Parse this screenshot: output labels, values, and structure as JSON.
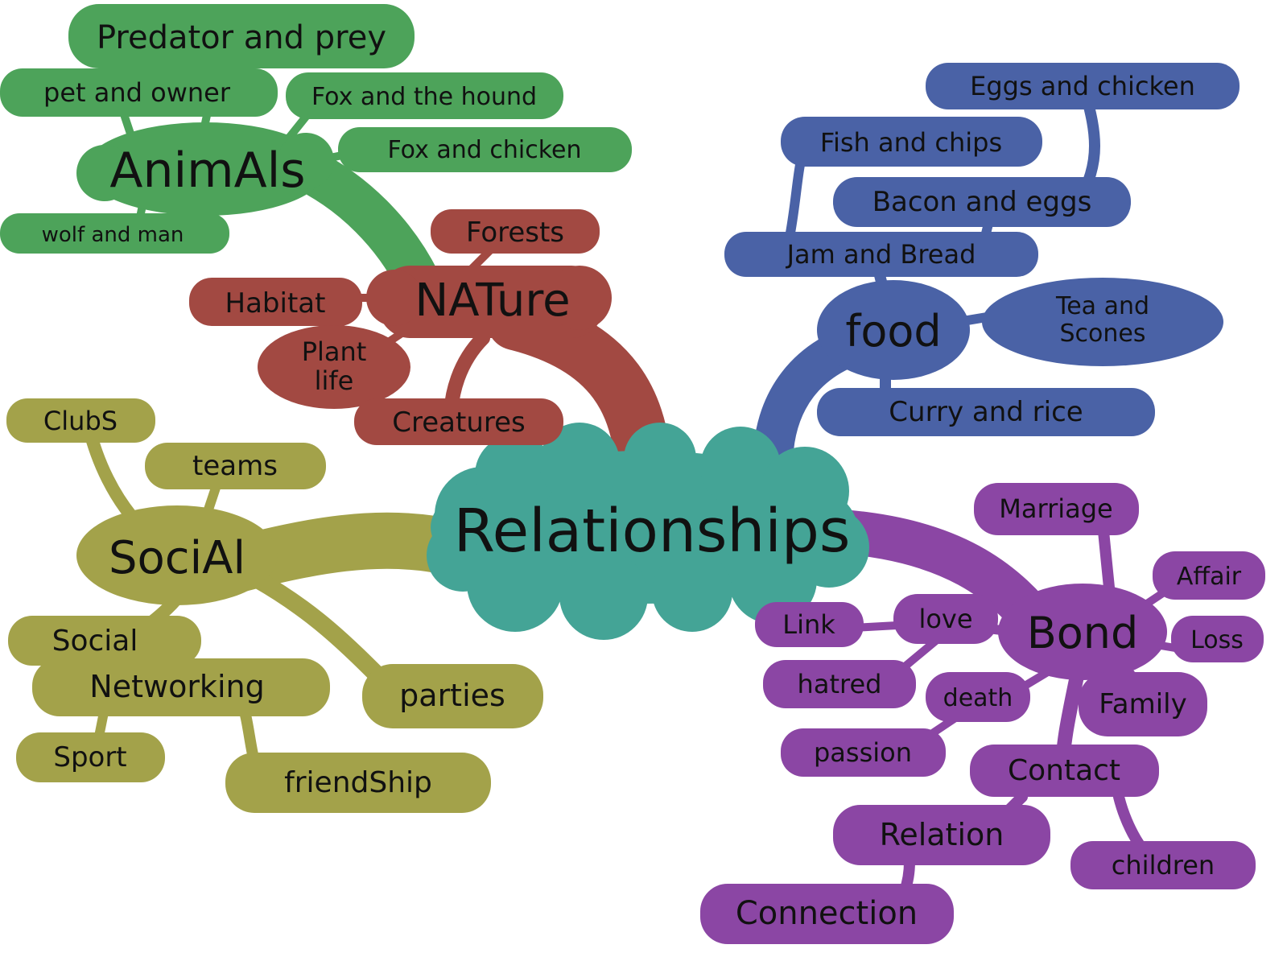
{
  "colors": {
    "center": "#44a496",
    "nature": "#a24942",
    "animals": "#4da35a",
    "food": "#4a62a6",
    "social": "#a3a24a",
    "bond": "#8b46a4",
    "text": "#111111"
  },
  "center": {
    "label": "Relationships"
  },
  "branches": {
    "nature": {
      "label": "NATure",
      "items": {
        "forests": "Forests",
        "habitat": "Habitat",
        "plant_life": "Plant life",
        "creatures": "Creatures"
      }
    },
    "animals": {
      "label": "AnimAls",
      "items": {
        "predator_prey": "Predator and prey",
        "pet_owner": "pet and owner",
        "fox_hound": "Fox and the hound",
        "fox_chicken": "Fox and chicken",
        "wolf_man": "wolf and man"
      }
    },
    "food": {
      "label": "food",
      "items": {
        "eggs_chicken": "Eggs and chicken",
        "fish_chips": "Fish and chips",
        "bacon_eggs": "Bacon and eggs",
        "jam_bread": "Jam and Bread",
        "tea_scones_1": "Tea and",
        "tea_scones_2": "Scones",
        "curry_rice": "Curry and rice"
      }
    },
    "social": {
      "label": "SociAl",
      "items": {
        "clubs": "ClubS",
        "teams": "teams",
        "social_networking_1": "Social",
        "social_networking_2": "Networking",
        "parties": "parties",
        "sport": "Sport",
        "friendship": "friendShip"
      }
    },
    "bond": {
      "label": "Bond",
      "items": {
        "marriage": "Marriage",
        "affair": "Affair",
        "loss": "Loss",
        "link": "Link",
        "love": "love",
        "hatred": "hatred",
        "death": "death",
        "family": "Family",
        "passion": "passion",
        "contact": "Contact",
        "relation": "Relation",
        "children": "children",
        "connection": "Connection"
      }
    }
  }
}
